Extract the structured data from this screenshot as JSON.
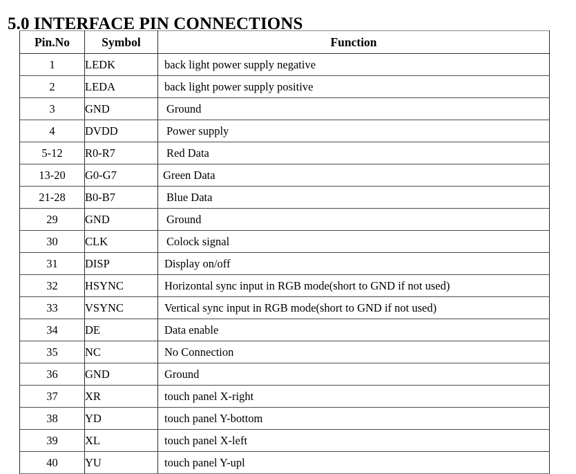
{
  "document": {
    "section_title": "5.0 INTERFACE PIN CONNECTIONS"
  },
  "table": {
    "columns": [
      {
        "key": "pin_no",
        "label": "Pin.No"
      },
      {
        "key": "symbol",
        "label": "Symbol"
      },
      {
        "key": "function",
        "label": "Function"
      }
    ],
    "rows": [
      {
        "pin_no": "1",
        "symbol": "LEDK",
        "function": "back light power supply negative",
        "indent": 1
      },
      {
        "pin_no": "2",
        "symbol": "LEDA",
        "function": "back light power supply positive",
        "indent": 1
      },
      {
        "pin_no": "3",
        "symbol": "GND",
        "function": "Ground",
        "indent": 2
      },
      {
        "pin_no": "4",
        "symbol": "DVDD",
        "function": "Power supply",
        "indent": 2
      },
      {
        "pin_no": "5-12",
        "symbol": "R0-R7",
        "function": "Red Data",
        "indent": 2
      },
      {
        "pin_no": "13-20",
        "symbol": "G0-G7",
        "function": "Green Data",
        "indent": 0
      },
      {
        "pin_no": "21-28",
        "symbol": "B0-B7",
        "function": "Blue Data",
        "indent": 2
      },
      {
        "pin_no": "29",
        "symbol": "GND",
        "function": "Ground",
        "indent": 2
      },
      {
        "pin_no": "30",
        "symbol": "CLK",
        "function": "Colock signal",
        "indent": 2
      },
      {
        "pin_no": "31",
        "symbol": "DISP",
        "function": "Display on/off",
        "indent": 1
      },
      {
        "pin_no": "32",
        "symbol": "HSYNC",
        "function": "Horizontal sync input in RGB mode(short to GND if not used)",
        "indent": 1
      },
      {
        "pin_no": "33",
        "symbol": "VSYNC",
        "function": "Vertical sync input in RGB mode(short to GND if not used)",
        "indent": 1
      },
      {
        "pin_no": "34",
        "symbol": "DE",
        "function": "Data enable",
        "indent": 1
      },
      {
        "pin_no": "35",
        "symbol": "NC",
        "function": "No Connection",
        "indent": 1
      },
      {
        "pin_no": "36",
        "symbol": "GND",
        "function": "Ground",
        "indent": 1
      },
      {
        "pin_no": "37",
        "symbol": "XR",
        "function": "touch panel X-right",
        "indent": 1
      },
      {
        "pin_no": "38",
        "symbol": "YD",
        "function": "touch panel Y-bottom",
        "indent": 1
      },
      {
        "pin_no": "39",
        "symbol": "XL",
        "function": "touch panel X-left",
        "indent": 1
      },
      {
        "pin_no": "40",
        "symbol": "YU",
        "function": "touch panel Y-upl",
        "indent": 1
      }
    ]
  },
  "colors": {
    "text": "#000000",
    "page_background": "#ffffff",
    "border_vertical": "#2b2b2b",
    "border_horizontal": "#4a4a4a",
    "border_top_light": "#8a8a8a"
  }
}
